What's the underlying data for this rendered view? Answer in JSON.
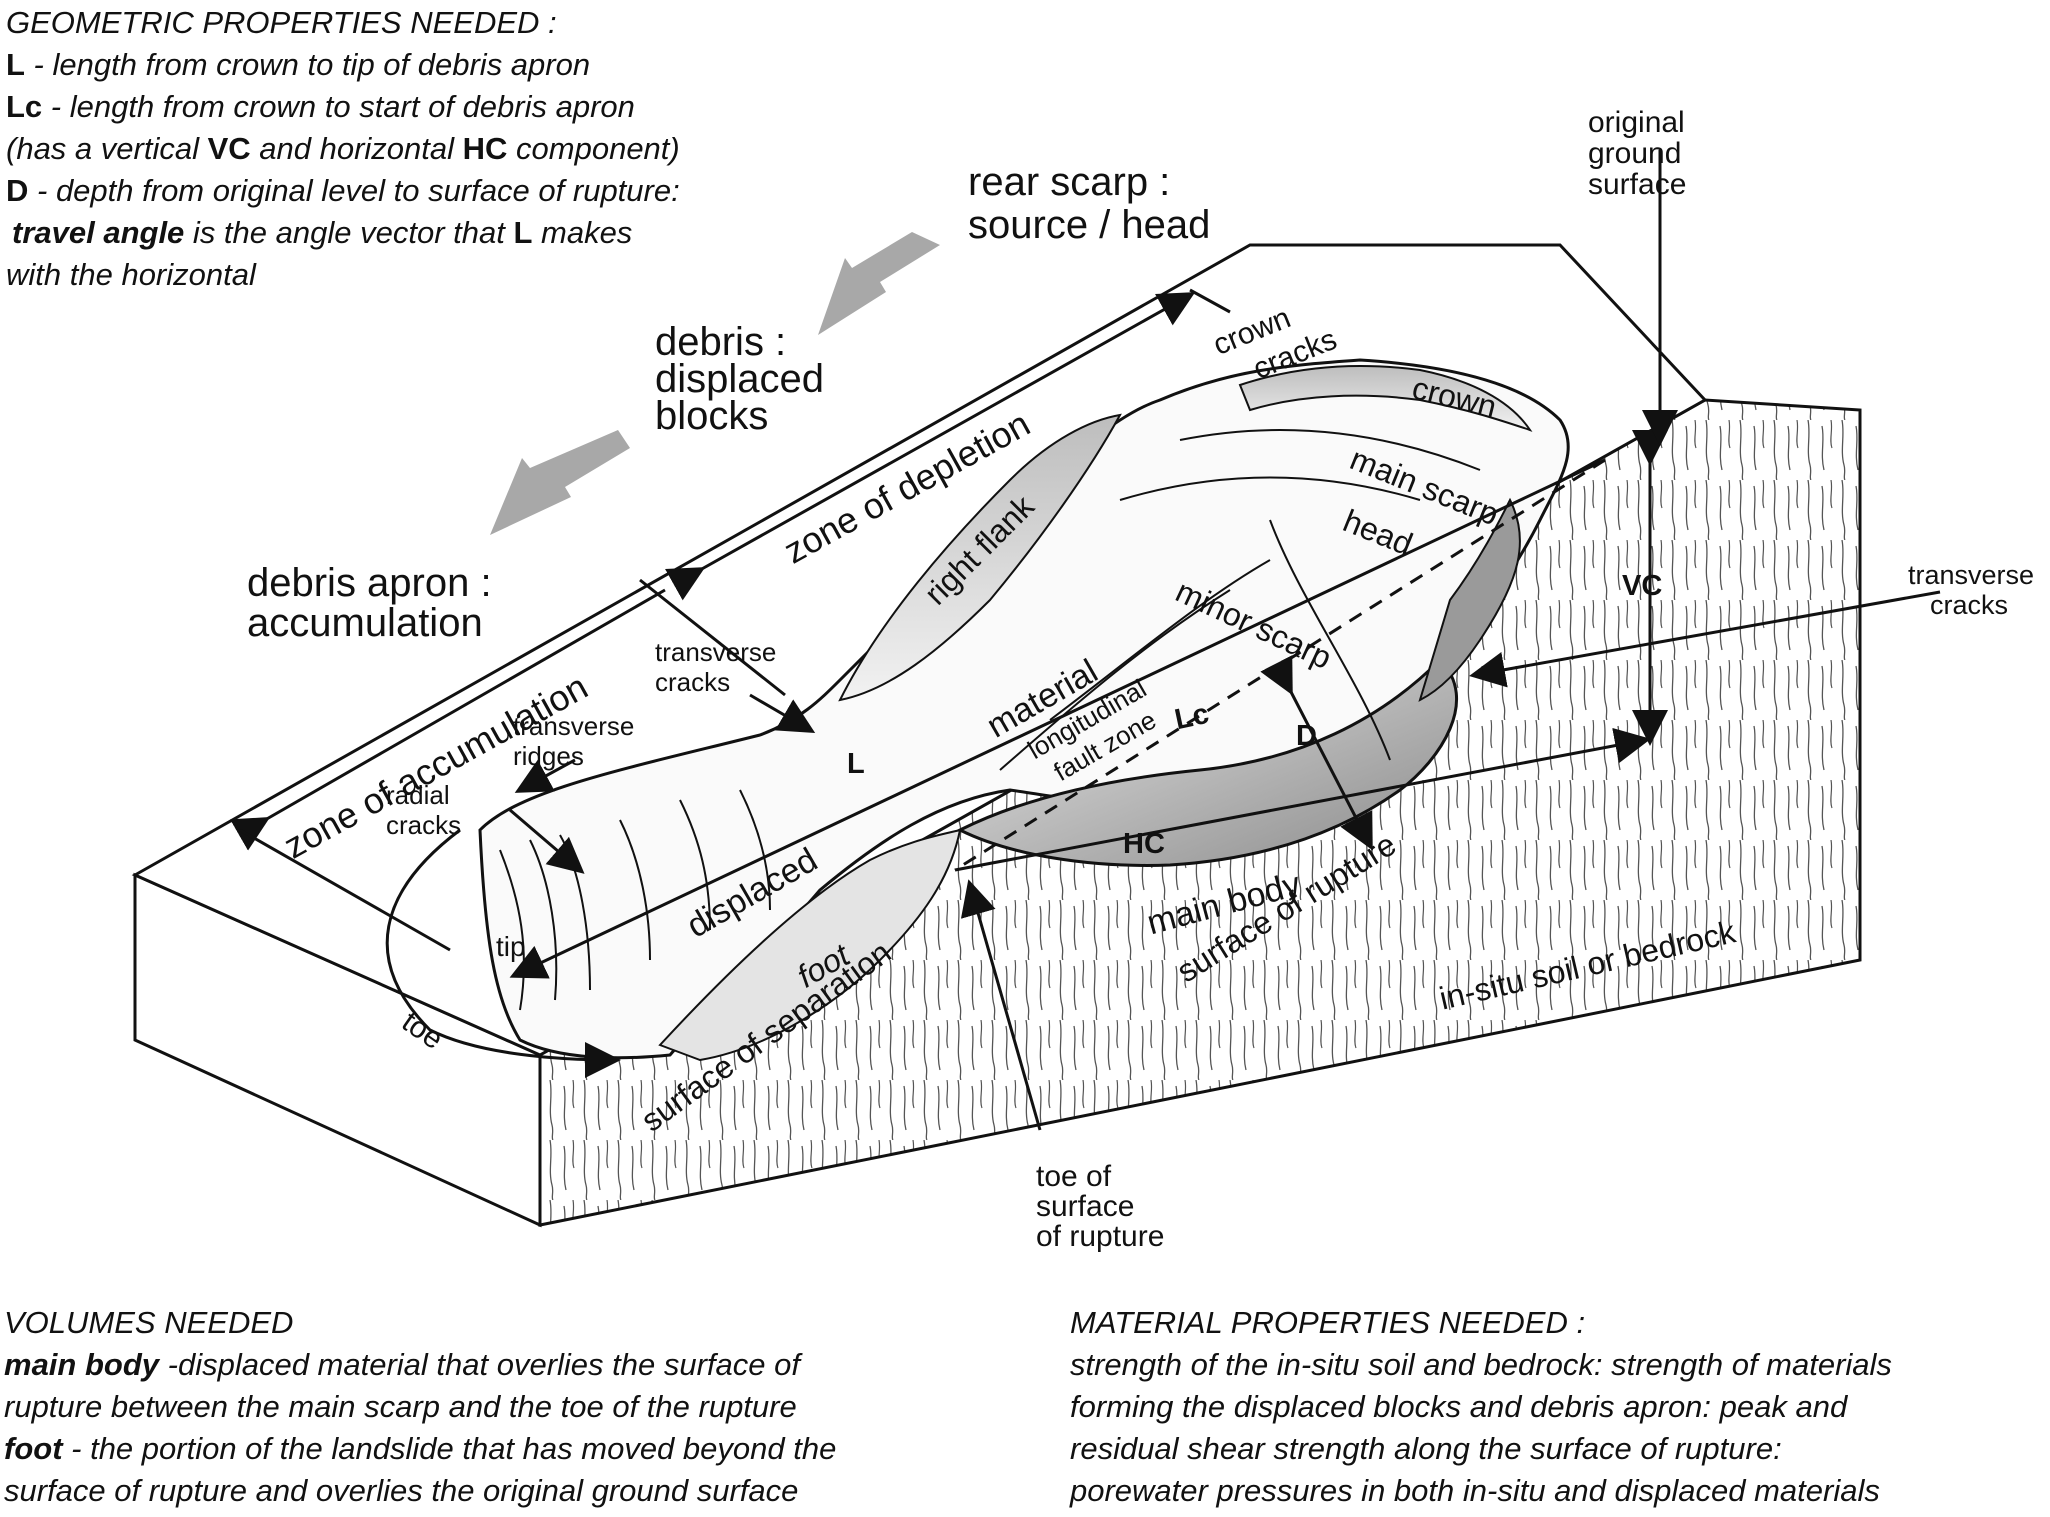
{
  "geometric": {
    "title": "GEOMETRIC PROPERTIES  NEEDED :",
    "l_sym": "L",
    "l_text": " - length from crown to tip of debris apron",
    "lc_sym": "Lc",
    "lc_text": " - length from crown to start of debris apron",
    "comp_a": "(has a vertical ",
    "comp_vc": "VC",
    "comp_b": " and horizontal ",
    "comp_hc": "HC",
    "comp_c": " component)",
    "d_sym": "D",
    "d_text": " - depth from original level to surface of rupture:",
    "ta_sym": "travel angle",
    "ta_text": " is the angle vector that ",
    "ta_l": "L",
    "ta_text2": " makes",
    "ta_line2": "with the horizontal"
  },
  "volumes": {
    "title": "VOLUMES NEEDED",
    "mb_sym": "main body",
    "mb_text": " -displaced material that overlies the surface of",
    "mb_line2": "rupture between the main scarp and the toe of the rupture",
    "foot_sym": "foot",
    "foot_text": " - the portion of the landslide  that has moved beyond the",
    "foot_line2": "surface of rupture and overlies the original ground surface"
  },
  "material": {
    "title": "MATERIAL PROPERTIES  NEEDED :",
    "line1": "strength of the in-situ soil and bedrock:  strength of materials",
    "line2": "forming the displaced blocks and debris apron:  peak and",
    "line3": "residual shear strength along the surface of rupture:",
    "line4": "porewater pressures in both in-situ and displaced materials"
  },
  "labels": {
    "rear_scarp": [
      "rear scarp :",
      "source / head"
    ],
    "debris": [
      "debris :",
      "displaced",
      "blocks"
    ],
    "debris_apron": [
      "debris apron :",
      "accumulation"
    ],
    "original_ground": [
      "original",
      "ground",
      "surface"
    ],
    "transverse_cracks_right": [
      "transverse",
      "cracks"
    ],
    "transverse_cracks_mid": [
      "transverse",
      "cracks"
    ],
    "transverse_ridges": [
      "transverse",
      "ridges"
    ],
    "radial_cracks": [
      "radial",
      "cracks"
    ],
    "toe_of_surface": [
      "toe of",
      "surface",
      "of rupture"
    ],
    "crown_cracks": [
      "crown",
      "cracks"
    ],
    "crown": "crown",
    "main_scarp": "main scarp",
    "head": "head",
    "minor_scarp": "minor scarp",
    "right_flank": "right flank",
    "zone_of_depletion": "zone of depletion",
    "zone_of_accumulation": "zone of accumulation",
    "material": "material",
    "longitudinal_fault_zone": [
      "longitudinal",
      "fault zone"
    ],
    "displaced": "displaced",
    "foot": "foot",
    "main_body": "main body",
    "surface_of_rupture": "surface of rupture",
    "surface_of_separation": "surface of separation",
    "in_situ": "in-situ soil or bedrock",
    "tip": "tip",
    "toe": "toe",
    "sym_L": "L",
    "sym_Lc": "Lc",
    "sym_D": "D",
    "sym_HC": "HC",
    "sym_VC": "VC"
  },
  "colors": {
    "ink": "#111111",
    "arrow_gray": "#a8a8a8",
    "shade": "#c8c8c8"
  }
}
